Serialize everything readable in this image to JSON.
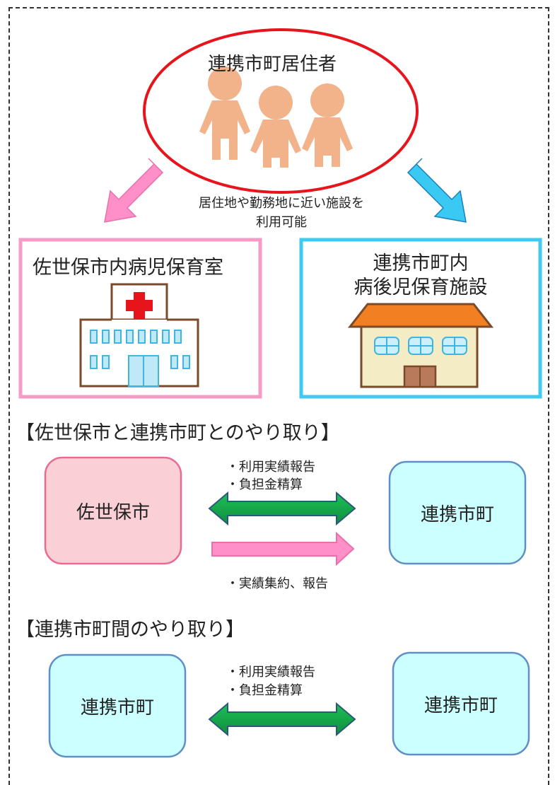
{
  "top": {
    "residents_label": "連携市町居住者",
    "usage_note_line1": "居住地や勤務地に近い施設を",
    "usage_note_line2": "利用可能"
  },
  "facilities": {
    "sasebo_label": "佐世保市内病児保育室",
    "partner_label_line1": "連携市町内",
    "partner_label_line2": "病後児保育施設"
  },
  "section1": {
    "heading": "【佐世保市と連携市町とのやり取り】",
    "left_box": "佐世保市",
    "right_box": "連携市町",
    "bidir_note_line1": "・利用実績報告",
    "bidir_note_line2": "・負担金精算",
    "oneway_note": "・実績集約、報告"
  },
  "section2": {
    "heading": "【連携市町間のやり取り】",
    "left_box": "連携市町",
    "right_box": "連携市町",
    "bidir_note_line1": "・利用実績報告",
    "bidir_note_line2": "・負担金精算"
  },
  "colors": {
    "ellipse_stroke": "#e8141b",
    "person_fill": "#f2b38a",
    "pink_arrow": "#ff8fc8",
    "cyan_arrow": "#39c9f2",
    "pink_border": "#f59cc6",
    "cyan_border": "#3fcbf1",
    "green_arrow": "#12a24a",
    "sasebo_box_fill": "#fbcfd6",
    "partner_box_fill": "#ccffff"
  },
  "icons": [
    "person-icon",
    "hospital-icon",
    "house-icon",
    "red-cross-icon"
  ]
}
